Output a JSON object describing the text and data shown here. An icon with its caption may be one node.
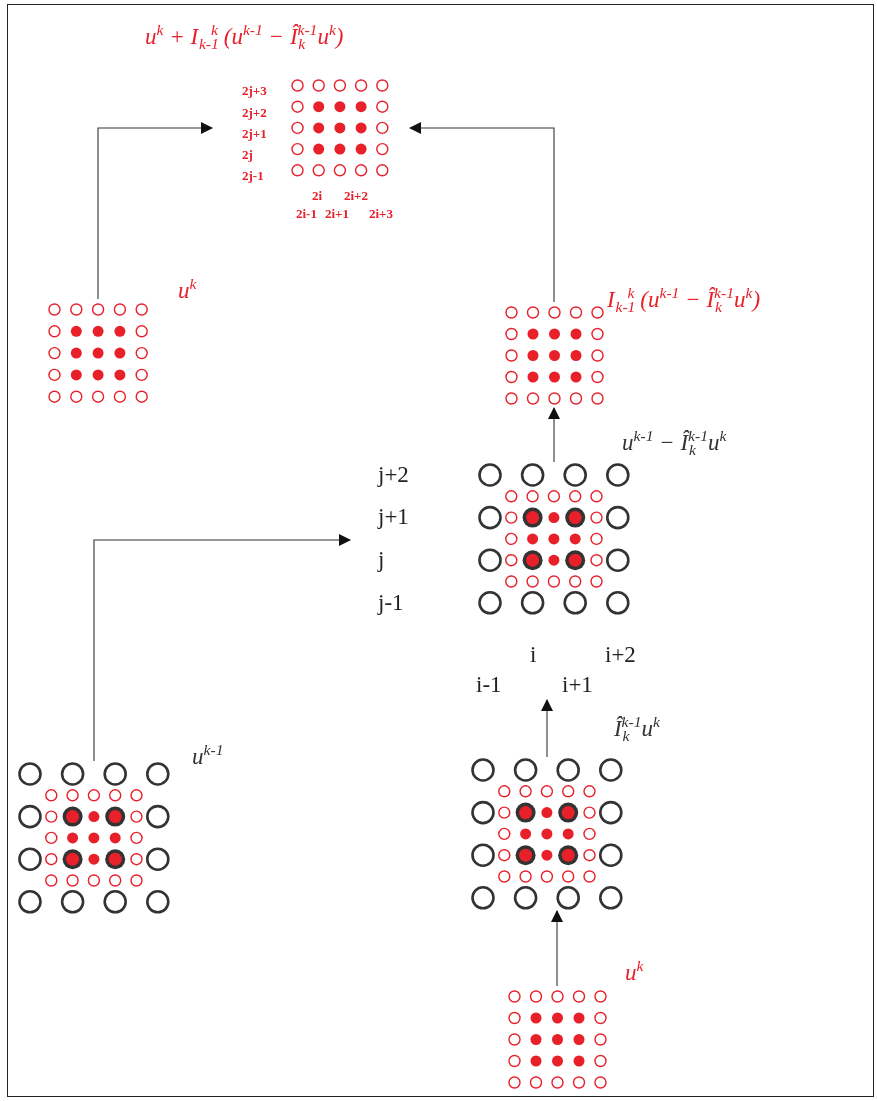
{
  "diagram": {
    "nodes": [
      {
        "text": [],
        "shape": "picture",
        "beside": [
          "u$^{k}$ + I$_{k-1}$$^{k}$ (u$^{k-1}$ − Î$_{k}$$^{k-1}$u$^{k}$)"
        ]
      },
      {
        "text": [],
        "shape": "picture",
        "beside": [
          "u$^{k}$"
        ]
      },
      {
        "text": [],
        "shape": "picture",
        "beside": [
          "I$_{k-1}$$^{k}$ (u$^{k-1}$ − Î$_{k}$$^{k-1}$u$^{k}$)"
        ]
      },
      {
        "text": [],
        "shape": "picture",
        "beside": [
          "u$^{k-1}$ − Î$_{k}$$^{k-1}$u$^{k}$"
        ]
      },
      {
        "text": [
          "j+2",
          "j+1",
          "j",
          "j-1"
        ]
      },
      {
        "text": [
          "i",
          "i+2",
          "i-1",
          "i+1"
        ]
      },
      {
        "text": [],
        "shape": "picture",
        "beside": [
          "u$^{k-1}$"
        ]
      },
      {
        "text": [],
        "shape": "picture",
        "beside": [
          "Î$_{k}$$^{k-1}$u$^{k}$"
        ]
      },
      {
        "text": [],
        "shape": "picture",
        "beside": [
          "u$^{k}$"
        ]
      }
    ],
    "edges": [
      {
        "from": 1,
        "to": 0,
        "arrow": "to"
      },
      {
        "from": 2,
        "to": 0,
        "arrow": "to"
      },
      {
        "from": 3,
        "to": 2,
        "arrow": "to"
      },
      {
        "from": 6,
        "to": 4,
        "arrow": "to"
      },
      {
        "from": 7,
        "to": 5,
        "arrow": "to"
      },
      {
        "from": 8,
        "to": 7,
        "arrow": "to"
      }
    ],
    "labels": [
      "2j+3",
      "2j+2",
      "2j+1",
      "2j",
      "2j-1",
      "2i",
      "2i+2",
      "2i-1",
      "2i+1",
      "2i+3"
    ]
  }
}
